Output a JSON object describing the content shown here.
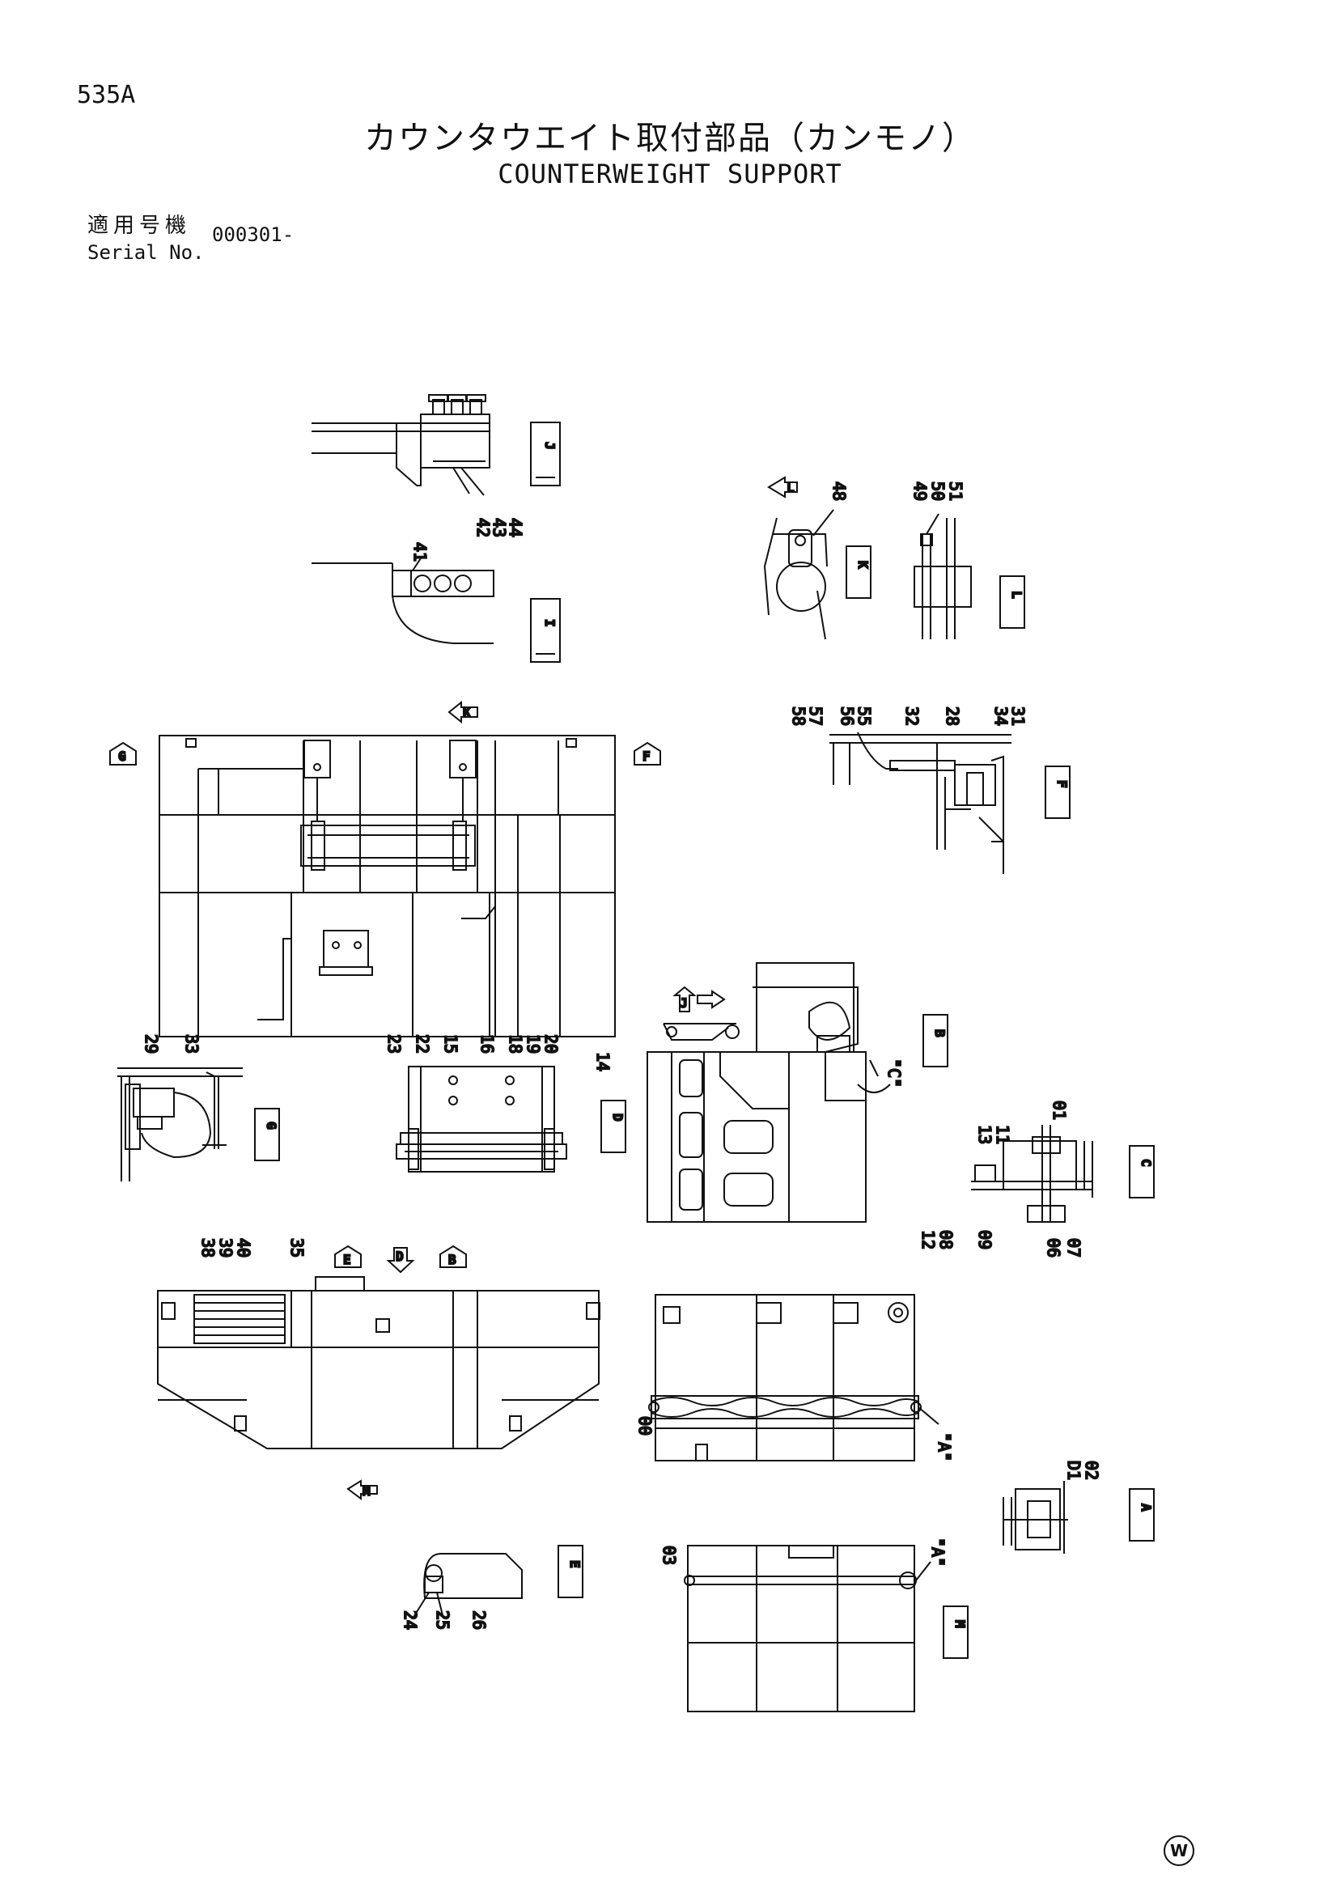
{
  "header": {
    "page_code": "535A",
    "title_jp": "カウンタウエイト取付部品（カンモノ）",
    "title_en": "COUNTERWEIGHT SUPPORT",
    "serial_label_jp": "適用号機",
    "serial_label_en": "Serial No.",
    "serial_value": "000301-"
  },
  "views": {
    "view_j": "J",
    "view_i": "I",
    "view_k": "K",
    "view_l": "L",
    "section_f": "F",
    "section_g": "G",
    "section_d": "D",
    "section_b": "B",
    "detail_c": "C",
    "view_e": "E",
    "detail_a": "A",
    "section_m": "M"
  },
  "arrows": {
    "k": "K",
    "g": "G",
    "f": "F",
    "l": "L",
    "j": "J",
    "e": "E",
    "d": "D",
    "b": "B",
    "m": "M"
  },
  "refs": {
    "c_mark": "\"C\"",
    "a_mark_1": "\"A\"",
    "a_mark_2": "\"A\""
  },
  "part_numbers": {
    "p42": "42",
    "p43": "43",
    "p44": "44",
    "p41": "41",
    "p48": "48",
    "p49": "49",
    "p50": "50",
    "p51": "51",
    "p58": "58",
    "p57": "57",
    "p56": "56",
    "p55": "55",
    "p32": "32",
    "p28": "28",
    "p34": "34",
    "p31": "31",
    "p29": "29",
    "p33": "33",
    "p23": "23",
    "p22": "22",
    "p15": "15",
    "p16": "16",
    "p18": "18",
    "p19": "19",
    "p20": "20",
    "p14": "14",
    "p13": "13",
    "p11": "11",
    "p01": "01",
    "p12": "12",
    "p08": "08",
    "p09": "09",
    "p06": "06",
    "p07": "07",
    "p38": "38",
    "p39": "39",
    "p40": "40",
    "p35": "35",
    "p00": "00",
    "pd1": "D1",
    "p02": "02",
    "p03": "03",
    "p24": "24",
    "p25": "25",
    "p26": "26"
  },
  "brand": "W"
}
